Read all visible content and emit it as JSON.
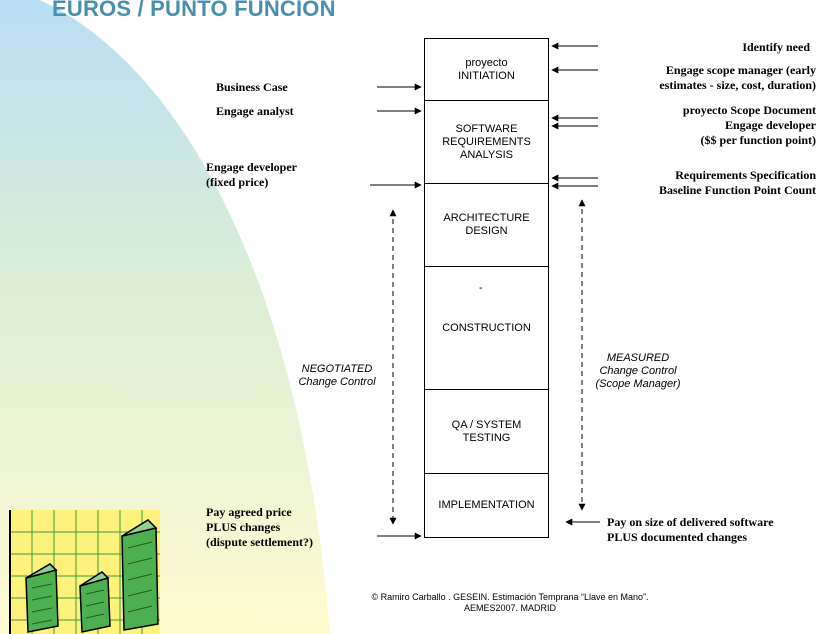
{
  "title": "EUROS / PUNTO FUNCION",
  "phases": [
    {
      "label": "proyecto\nINITIATION"
    },
    {
      "label": "SOFTWARE\nREQUIREMENTS\nANALYSIS"
    },
    {
      "label": "ARCHITECTURE\nDESIGN"
    },
    {
      "label": "CONSTRUCTION"
    },
    {
      "label": "QA / SYSTEM\nTESTING"
    },
    {
      "label": "IMPLEMENTATION"
    }
  ],
  "construction_mark": "-",
  "left_labels": {
    "business_case": "Business Case",
    "engage_analyst": "Engage analyst",
    "engage_developer_fixed": "Engage developer\n(fixed price)",
    "pay_agreed": "Pay agreed price\nPLUS changes\n(dispute settlement?)"
  },
  "right_labels": {
    "identify_need": "Identify need",
    "engage_scope_manager": "Engage scope manager (early\nestimates - size, cost, duration)",
    "scope_document": "proyecto Scope Document\nEngage developer\n($$ per function point)",
    "requirements_spec": "Requirements Specification\nBaseline Function Point Count",
    "pay_on_size": "Pay on size of delivered software\nPLUS documented changes"
  },
  "negotiated": "NEGOTIATED\nChange Control",
  "measured": "MEASURED\nChange Control\n(Scope Manager)",
  "footer": "© Ramiro Carballo . GESEIN. Estimación Temprana “Llave en Mano”.\nAEMES2007. MADRID",
  "colors": {
    "title": "#4a8fb0",
    "background_arc": "#bfe3f5",
    "background_arc_light": "#fffbd0",
    "clipart_green": "#3f9a3f",
    "clipart_bg": "#fff27a"
  },
  "clipart": "money-stack-bar-chart-icon"
}
